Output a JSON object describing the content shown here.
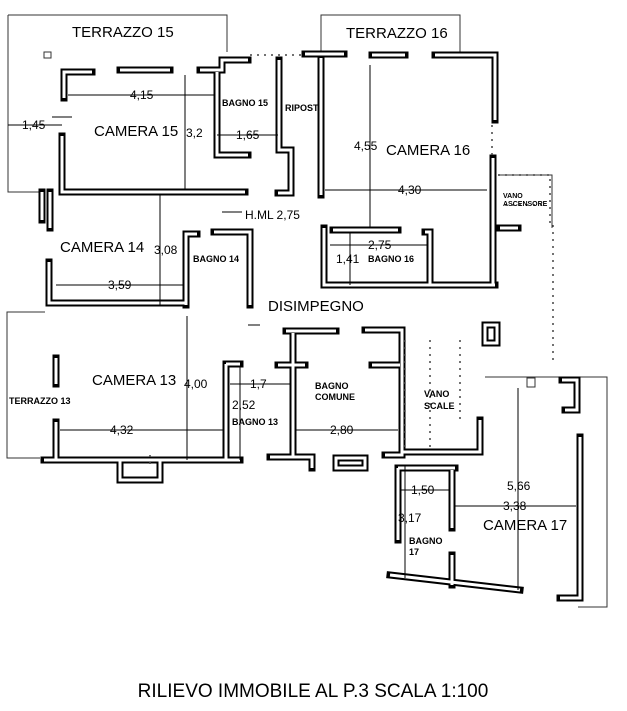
{
  "title": "RILIEVO IMMOBILE AL P.3 SCALA 1:100",
  "rooms": {
    "terrazzo15": "TERRAZZO 15",
    "terrazzo16": "TERRAZZO 16",
    "terrazzo13": "TERRAZZO 13",
    "camera15": "CAMERA 15",
    "camera16": "CAMERA 16",
    "camera14": "CAMERA 14",
    "camera13": "CAMERA 13",
    "camera17": "CAMERA 17",
    "bagno15": "BAGNO 15",
    "ripost": "RIPOST",
    "bagno14": "BAGNO 14",
    "bagno16": "BAGNO 16",
    "bagno13": "BAGNO 13",
    "bagno_comune_1": "BAGNO",
    "bagno_comune_2": "COMUNE",
    "vano_scale_1": "VANO",
    "vano_scale_2": "SCALE",
    "vano_ascensore_1": "VANO",
    "vano_ascensore_2": "ASCENSORE",
    "bagno17_1": "BAGNO",
    "bagno17_2": "17",
    "disimpegno": "DISIMPEGNO",
    "hml": "H.ML 2,75"
  },
  "dimensions": {
    "d415": "4,15",
    "d145": "1,45",
    "d32": "3,2",
    "d165": "1,65",
    "d455": "4,55",
    "d430": "4,30",
    "d275": "2,75",
    "d141": "1,41",
    "d308": "3,08",
    "d359": "3,59",
    "d400": "4,00",
    "d17": "1,7",
    "d252": "2,52",
    "d432": "4,32",
    "d280": "2,80",
    "d150": "1,50",
    "d317": "3,17",
    "d566": "5,66",
    "d338": "3,38"
  }
}
